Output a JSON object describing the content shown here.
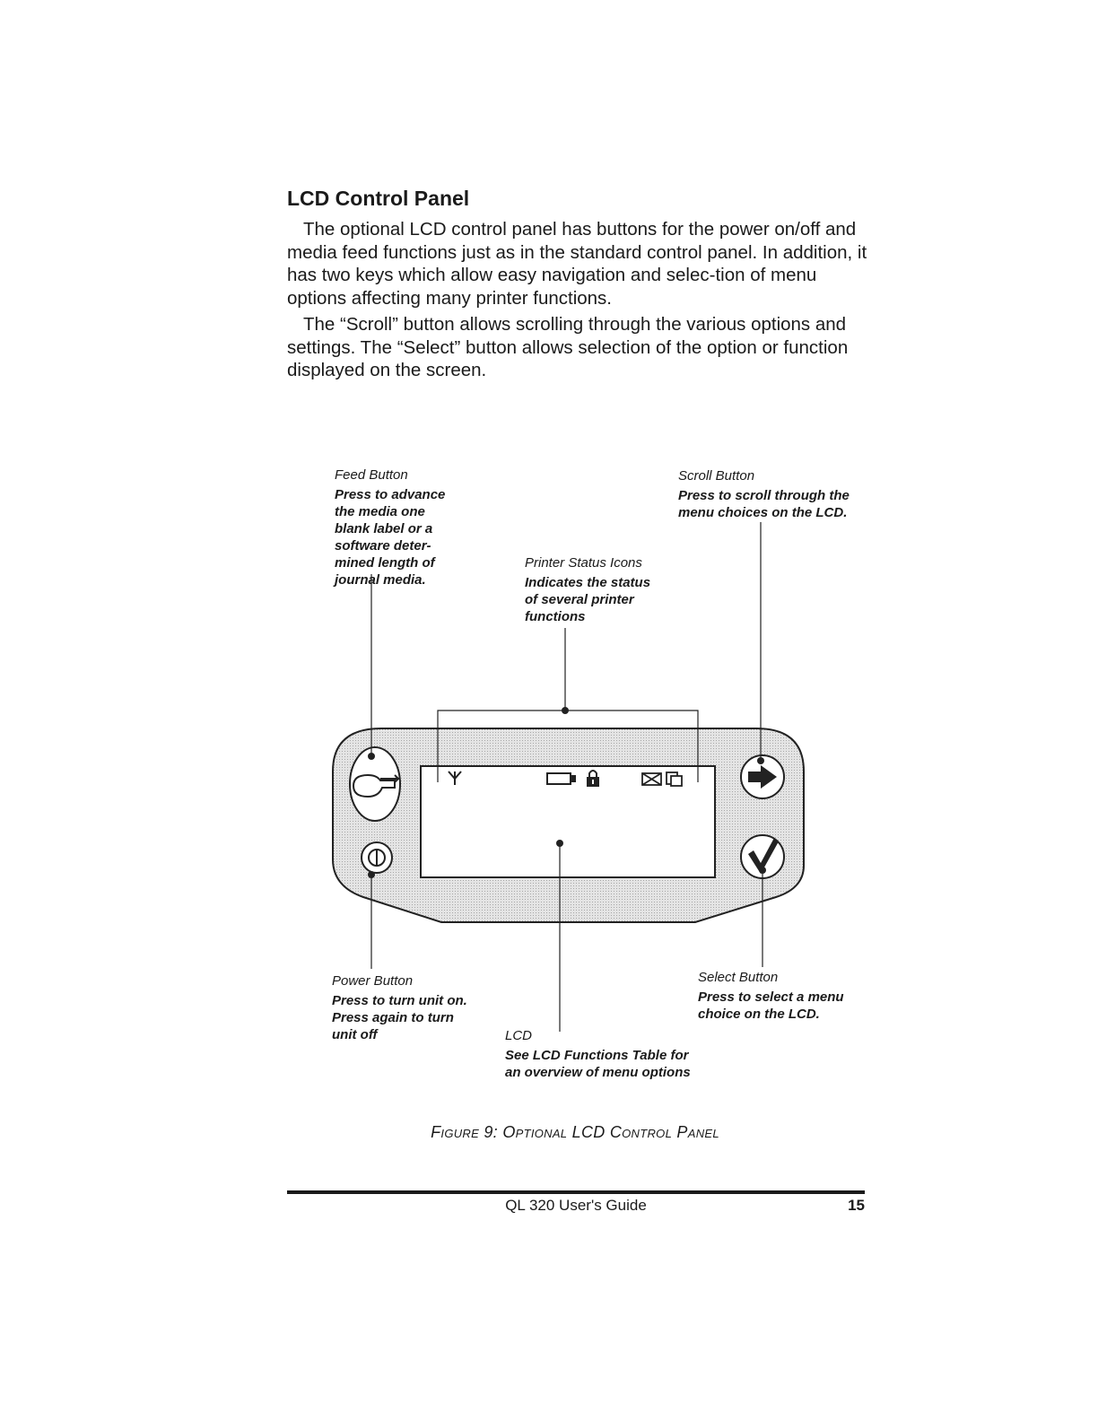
{
  "section": {
    "title": "LCD Control Panel",
    "paragraphs": [
      "The optional LCD control panel has buttons for the power on/off and media feed functions just as in the standard control panel.  In addition, it has two keys which allow easy navigation and selec-tion of menu options affecting many printer functions.",
      "The “Scroll” button allows scrolling through the various options and settings.  The “Select” button allows selection of the option or function displayed on the screen."
    ]
  },
  "figure": {
    "callouts": {
      "feed": {
        "head": "Feed Button",
        "body": "Press to advance\nthe media   one\nblank label or a\nsoftware deter-\nmined length of\njournal media."
      },
      "scroll": {
        "head": "Scroll Button",
        "body": "Press  to scroll through the\nmenu choices on the LCD."
      },
      "status": {
        "head": "Printer Status Icons",
        "body": "Indicates the status\nof several printer\nfunctions"
      },
      "power": {
        "head": "Power Button",
        "body": "Press to turn unit on.\nPress again to turn\nunit off"
      },
      "select": {
        "head": "Select Button",
        "body": "Press  to select a menu\nchoice on the LCD."
      },
      "lcd": {
        "head": "LCD",
        "body": "See LCD Functions Table for\nan overview of menu options"
      }
    },
    "icons": [
      "antenna-icon",
      "battery-icon",
      "lock-icon",
      "mail-icon",
      "document-icon",
      "feed-icon",
      "power-icon",
      "arrow-right-icon",
      "checkmark-icon"
    ],
    "caption_prefix": "Figure 9:",
    "caption_title": "Optional LCD Control Panel"
  },
  "footer": {
    "guide_title": "QL 320 User's Guide",
    "page_number": "15"
  }
}
